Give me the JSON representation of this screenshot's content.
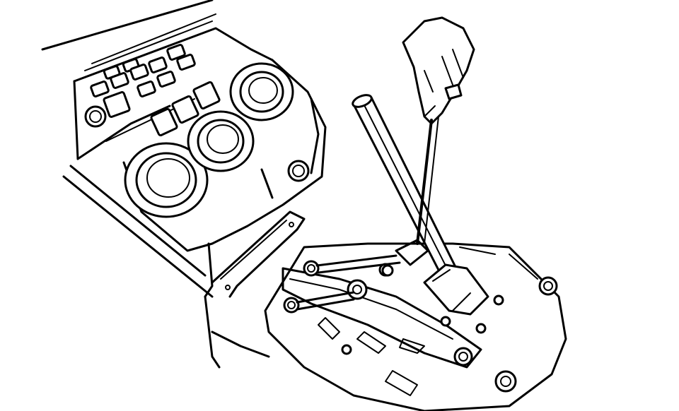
{
  "illustration": {
    "colors": {
      "ink": "#000000",
      "paper": "#ffffff"
    },
    "parts": [
      "dashboard-console",
      "climate-control-buttons",
      "round-air-vents",
      "center-console-bracket",
      "shift-lever",
      "shifter-base-assembly",
      "shift-cables",
      "hand-with-tool"
    ]
  }
}
